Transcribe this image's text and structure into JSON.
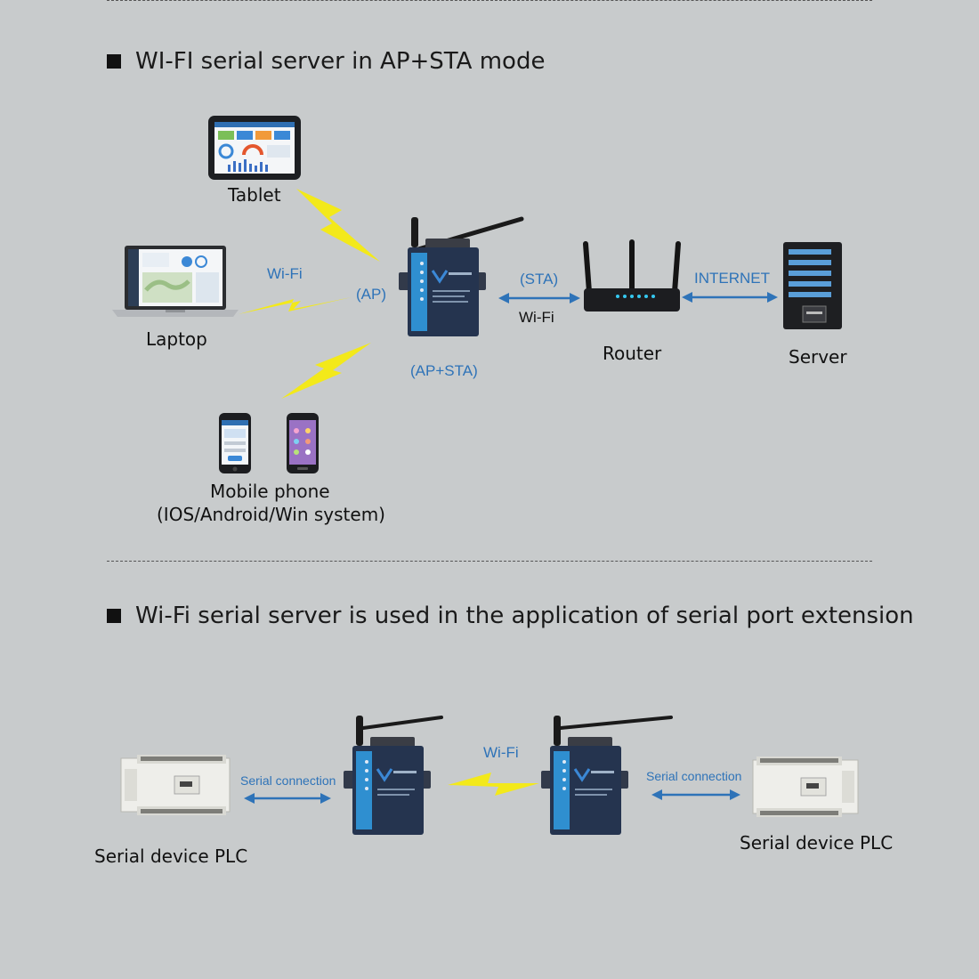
{
  "section1": {
    "heading": "WI-FI serial server in AP+STA mode",
    "tablet_label": "Tablet",
    "laptop_label": "Laptop",
    "wifi_label": "Wi-Fi",
    "ap_label": "(AP)",
    "apsta_label": "(AP+STA)",
    "sta_label": "(STA)",
    "wifi_sta_label": "Wi-Fi",
    "internet_label": "INTERNET",
    "router_label": "Router",
    "server_label": "Server",
    "mobile_label": "Mobile phone",
    "mobile_sub_label": "(IOS/Android/Win system)"
  },
  "section2": {
    "heading": "Wi-Fi serial server is used in the application of serial port extension",
    "serial_left": "Serial connection",
    "serial_right": "Serial connection",
    "wifi_label": "Wi-Fi",
    "plc_left_label": "Serial device PLC",
    "plc_right_label": "Serial device PLC"
  },
  "colors": {
    "background": "#c8cbcc",
    "link_blue": "#2e73b8",
    "lightning_yellow": "#f3e91a",
    "device_navy": "#25344f"
  }
}
